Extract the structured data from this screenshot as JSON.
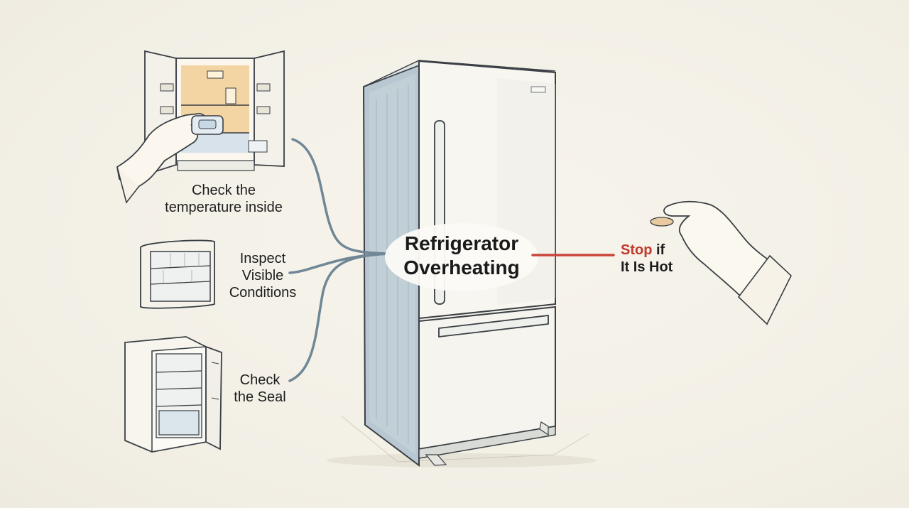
{
  "center": {
    "title_line1": "Refrigerator",
    "title_line2": "Overheating"
  },
  "branches": [
    {
      "line1": "Check the",
      "line2": "temperature inside",
      "line3": ""
    },
    {
      "line1": "Inspect",
      "line2": "Visible",
      "line3": "Conditions"
    },
    {
      "line1": "Check",
      "line2": "the Seal",
      "line3": ""
    }
  ],
  "warning": {
    "stop_word": "Stop",
    "after_stop": " if",
    "line2": "It Is Hot"
  },
  "colors": {
    "background": "#f4f1e8",
    "connector": "#6f8796",
    "warning_line": "#c9453b",
    "warning_text": "#c0392b",
    "fridge_body": "#f6f5f0",
    "fridge_side": "#b9c8d2",
    "fridge_outline": "#3a3f44",
    "warm_interior": "#f0c98a"
  },
  "icons": {
    "main": "refrigerator-illustration",
    "top_left": "open-fridge-with-thermometer-hand",
    "middle_left": "fridge-interior-closeup",
    "bottom_left": "mini-fridge-open-door",
    "right": "hand-touching-surface"
  }
}
